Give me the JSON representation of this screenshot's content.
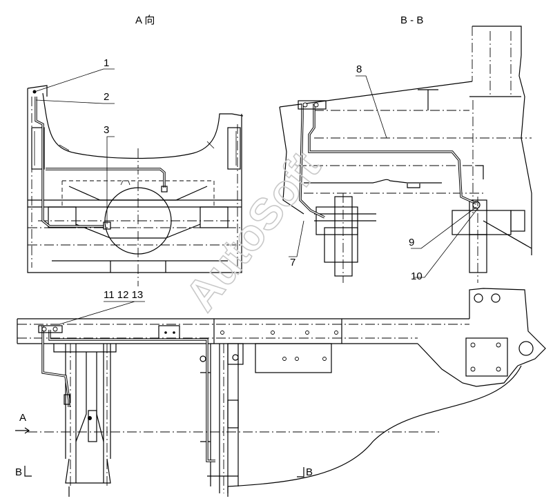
{
  "views": {
    "view_a_title": "A 向",
    "section_bb_title": "B - B"
  },
  "callouts": {
    "c1": "1",
    "c2": "2",
    "c3": "3",
    "c7": "7",
    "c8": "8",
    "c9": "9",
    "c10": "10",
    "c11_13": "11 12 13"
  },
  "section_marks": {
    "arrow_a": "A",
    "cut_b_left": "B",
    "cut_b_right": "B"
  },
  "watermark": "AutoSoft"
}
